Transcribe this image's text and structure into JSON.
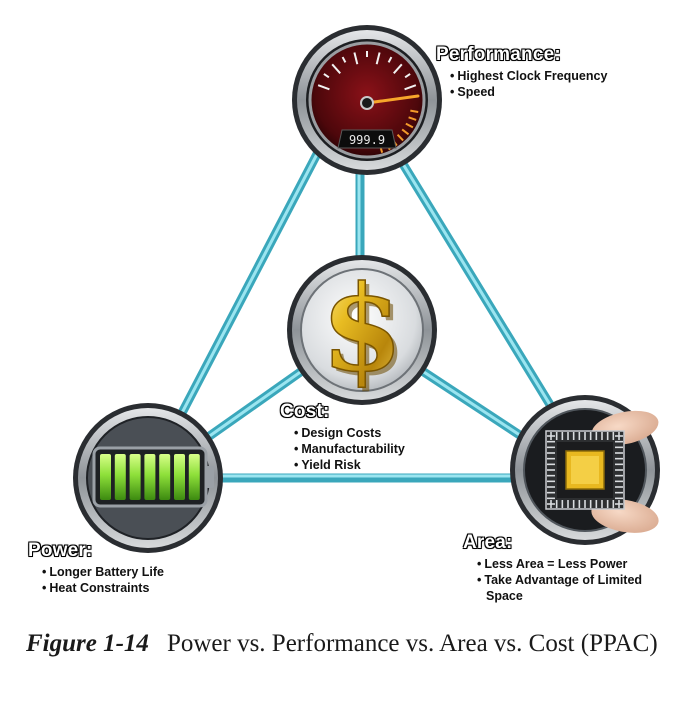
{
  "performance": {
    "title": "Performance:",
    "bullets": [
      "Highest Clock Frequency",
      "Speed"
    ],
    "gauge_readout": "999.9"
  },
  "cost": {
    "title": "Cost:",
    "bullets": [
      "Design Costs",
      "Manufacturability",
      "Yield Risk"
    ],
    "icon": "dollar-sign-icon"
  },
  "power": {
    "title": "Power:",
    "bullets": [
      "Longer Battery Life",
      "Heat Constraints"
    ],
    "icon": "battery-icon"
  },
  "area": {
    "title": "Area:",
    "bullets": [
      "Less Area = Less Power",
      "Take Advantage of Limited Space"
    ],
    "icon": "chip-icon"
  },
  "caption": {
    "figure_number": "Figure 1-14",
    "text": "Power vs. Performance vs. Area vs. Cost (PPAC)"
  },
  "colors": {
    "connector": "#5cc4d6",
    "node_ring": "#2f3337",
    "gauge_face": "#6b0d12",
    "gold": "#e0b11c",
    "battery_green": "#8ee03a"
  }
}
